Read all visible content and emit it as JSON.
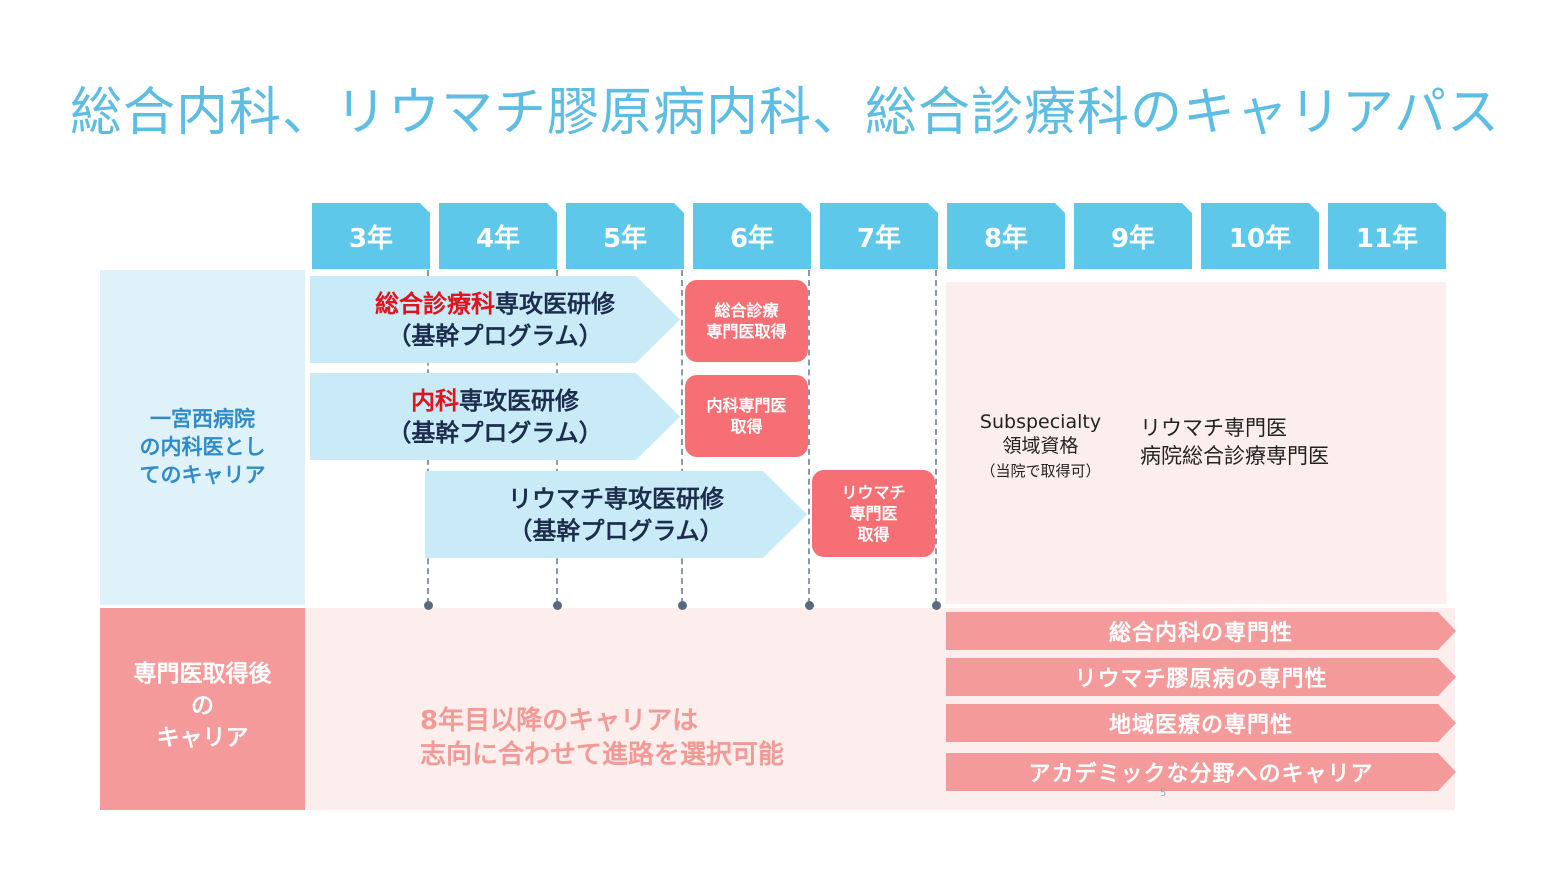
{
  "title": "総合内科、リウマチ膠原病内科、総合診療科のキャリアパス",
  "years": [
    "3年",
    "4年",
    "5年",
    "6年",
    "7年",
    "8年",
    "9年",
    "10年",
    "11年"
  ],
  "left_labels": {
    "upper": [
      "一宮西病院",
      "の内科医とし",
      "てのキャリア"
    ],
    "lower": [
      "専門医取得後",
      "の",
      "キャリア"
    ]
  },
  "programs": [
    {
      "highlight": "総合診療科",
      "rest": "専攻医研修",
      "sub": "（基幹プログラム）"
    },
    {
      "highlight": "内科",
      "rest": "専攻医研修",
      "sub": "（基幹プログラム）"
    },
    {
      "highlight": "",
      "rest": "リウマチ専攻医研修",
      "sub": "（基幹プログラム）"
    }
  ],
  "badges": [
    [
      "総合診療",
      "専門医取得"
    ],
    [
      "内科専門医",
      "取得"
    ],
    [
      "リウマチ",
      "専門医",
      "取得"
    ]
  ],
  "subspecialty": {
    "line1": "Subspecialty",
    "line2": "領域資格",
    "line3": "（当院で取得可）"
  },
  "certifications": [
    "リウマチ専門医",
    "病院総合診療専門医"
  ],
  "career_paths": [
    "総合内科の専門性",
    "リウマチ膠原病の専門性",
    "地域医療の専門性",
    "アカデミックな分野へのキャリア"
  ],
  "note": [
    "8年目以降のキャリアは",
    "志向に合わせて進路を選択可能"
  ],
  "page_number": "5",
  "colors": {
    "title": "#5ebde2",
    "year_header": "#5ec8ea",
    "badge": "#f56f74",
    "path": "#f49a9a",
    "highlight": "#e0141e"
  }
}
